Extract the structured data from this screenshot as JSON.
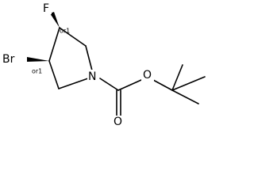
{
  "molecule": {
    "atoms": {
      "fluorine": "F",
      "bromine": "Br",
      "nitrogen": "N",
      "ester_oxygen": "O",
      "carbonyl_oxygen": "O"
    },
    "stereo_descriptors": {
      "c_fluoro": "or1",
      "c_bromo": "or1"
    }
  }
}
